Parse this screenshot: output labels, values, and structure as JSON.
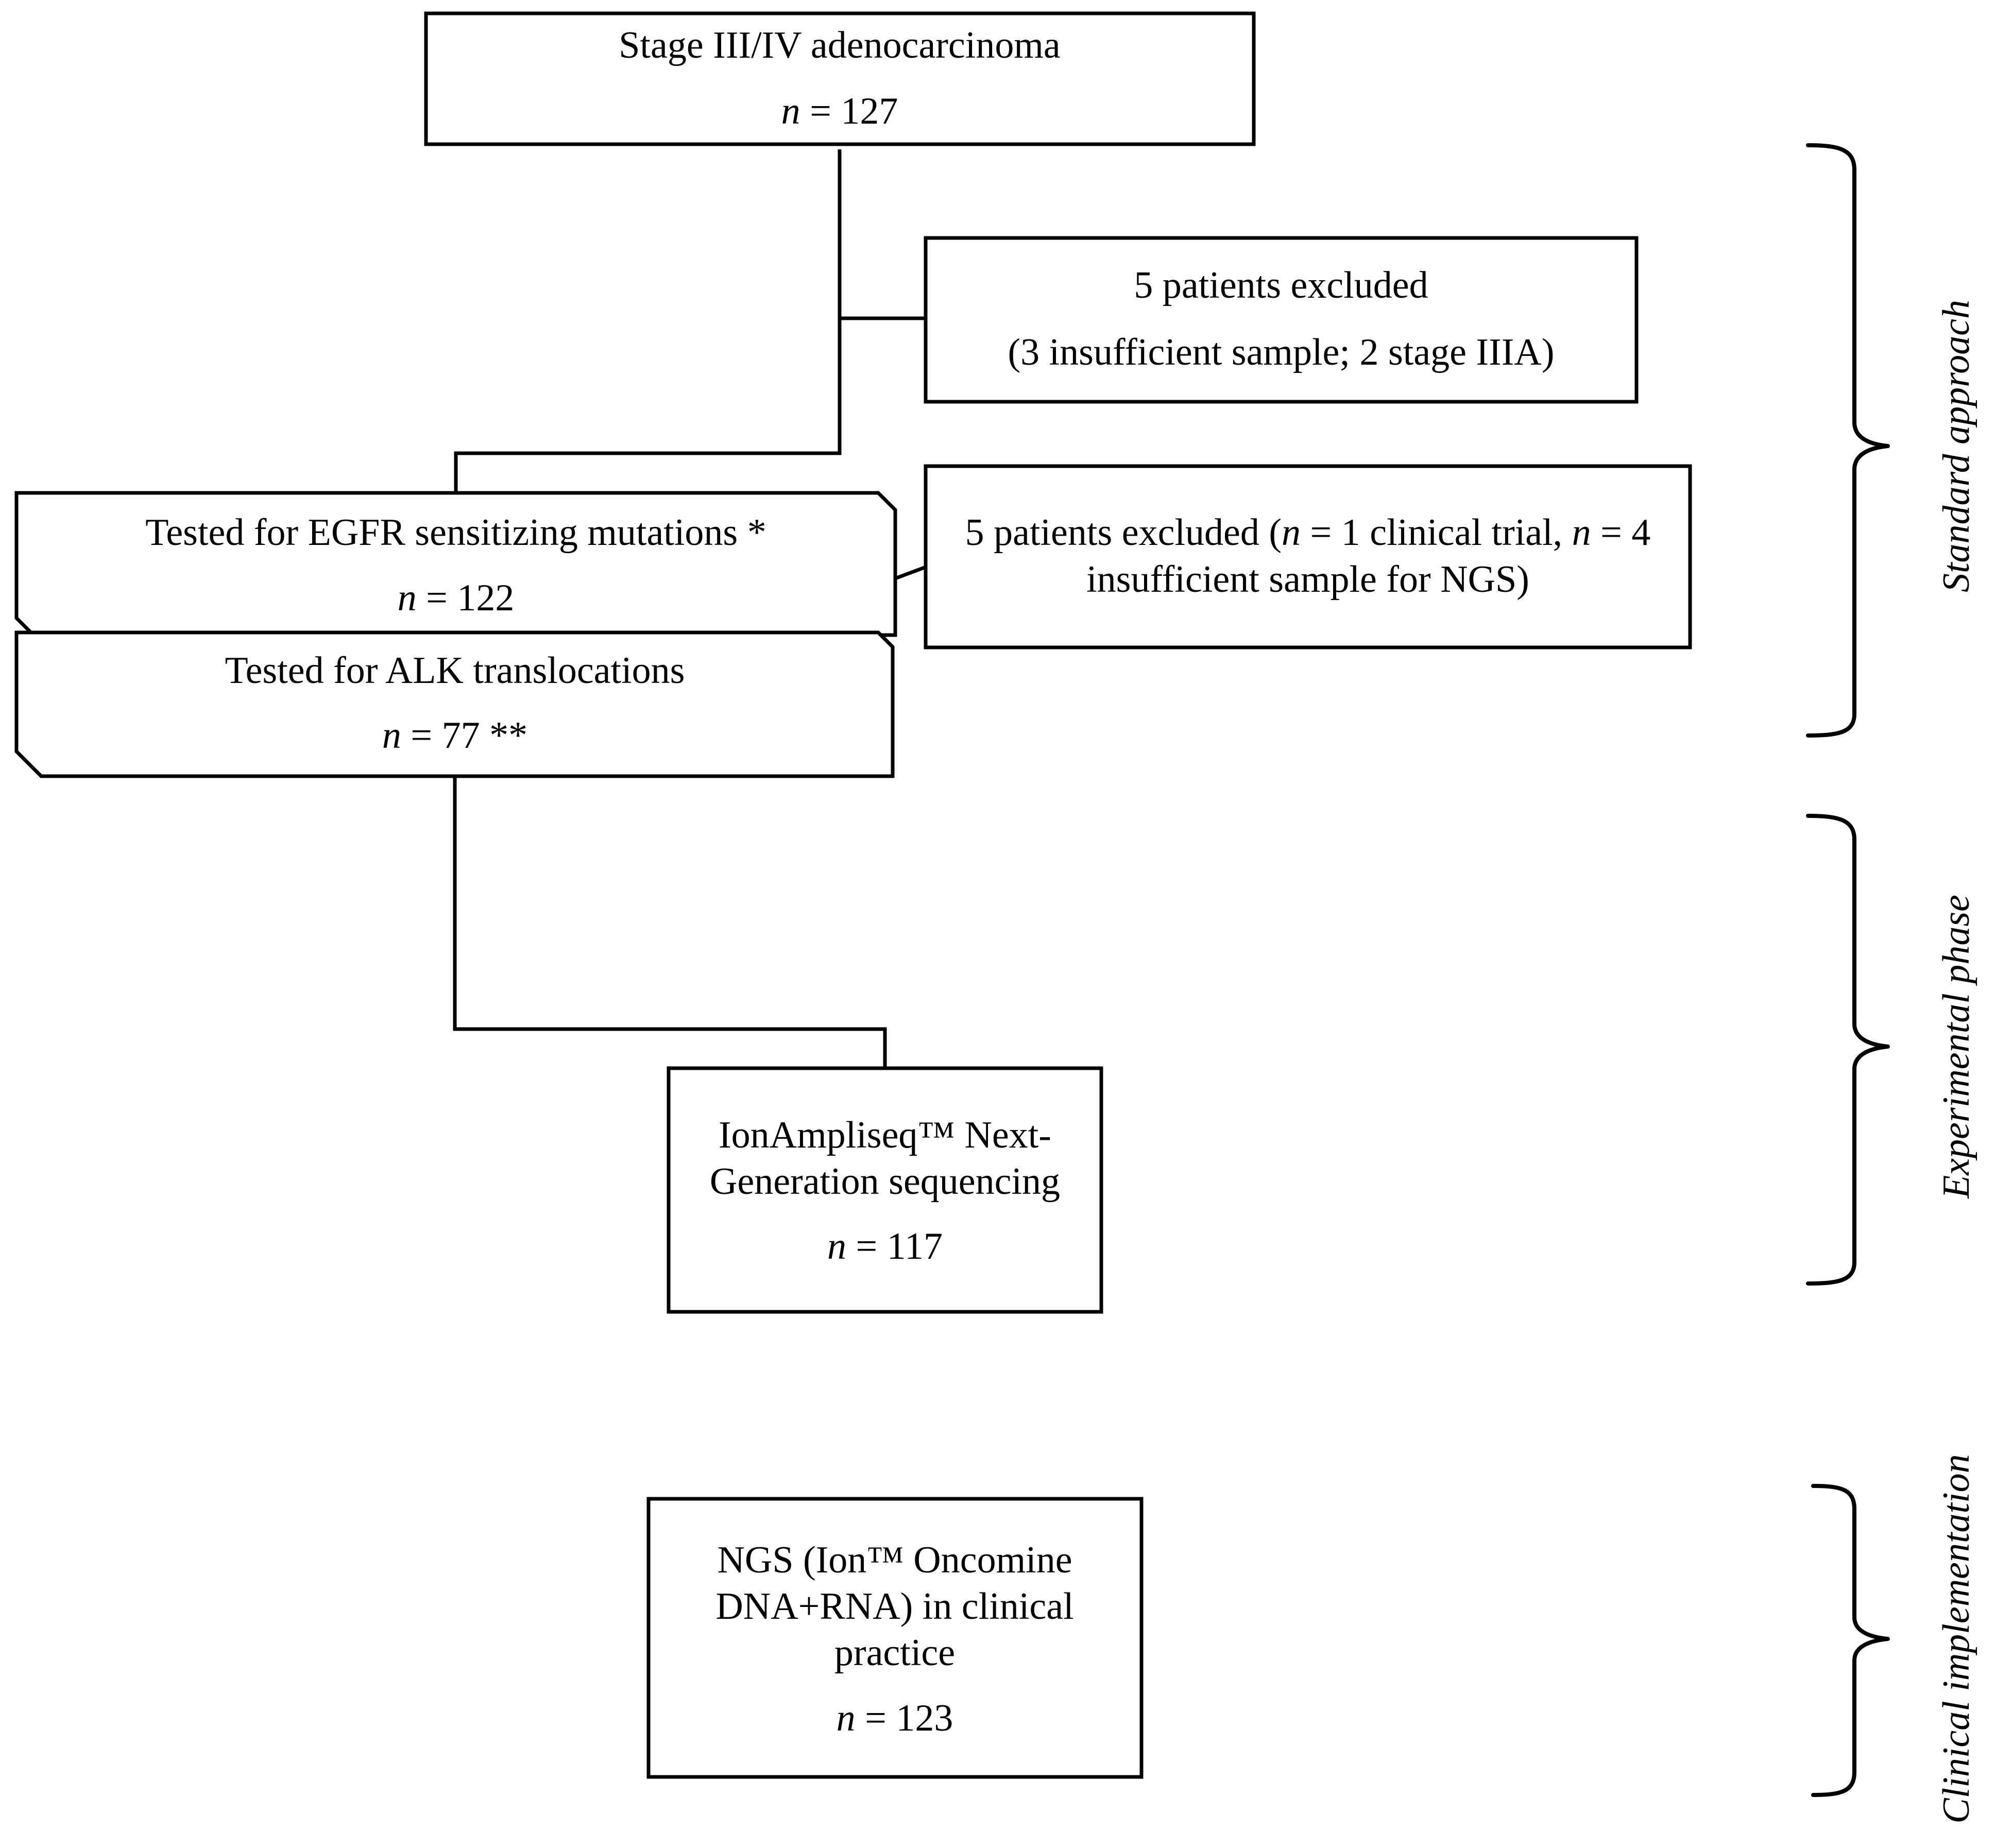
{
  "flowchart": {
    "start": {
      "title": "Stage III/IV adenocarcinoma",
      "n_label": "n",
      "n_rest": " = 127"
    },
    "exclusion_1": {
      "line1": "5 patients excluded",
      "line2": "(3 insufficient sample; 2 stage IIIA)"
    },
    "egfr": {
      "title": "Tested for EGFR sensitizing mutations *",
      "n_label": "n",
      "n_rest": " = 122"
    },
    "exclusion_2": {
      "l1_a": "5 patients excluded (",
      "l1_n1": "n",
      "l1_b": " = 1 clinical trial, ",
      "l1_n2": "n",
      "l1_c": " = 4",
      "line2": "insufficient sample for NGS)"
    },
    "alk": {
      "title": "Tested for ALK translocations",
      "n_label": "n",
      "n_rest": " = 77 **"
    },
    "ngs_experimental": {
      "line1": "IonAmpliseq™ Next-",
      "line2": "Generation sequencing",
      "n_label": "n",
      "n_rest": " = 117"
    },
    "ngs_clinical": {
      "line1": "NGS (Ion™ Oncomine",
      "line2": "DNA+RNA) in clinical",
      "line3": "practice",
      "n_label": "n",
      "n_rest": " = 123"
    }
  },
  "phases": [
    {
      "label": "Standard approach"
    },
    {
      "label": "Experimental phase"
    },
    {
      "label": "Clinical implementation"
    }
  ],
  "colors": {
    "stroke": "#000000",
    "background": "#ffffff"
  }
}
